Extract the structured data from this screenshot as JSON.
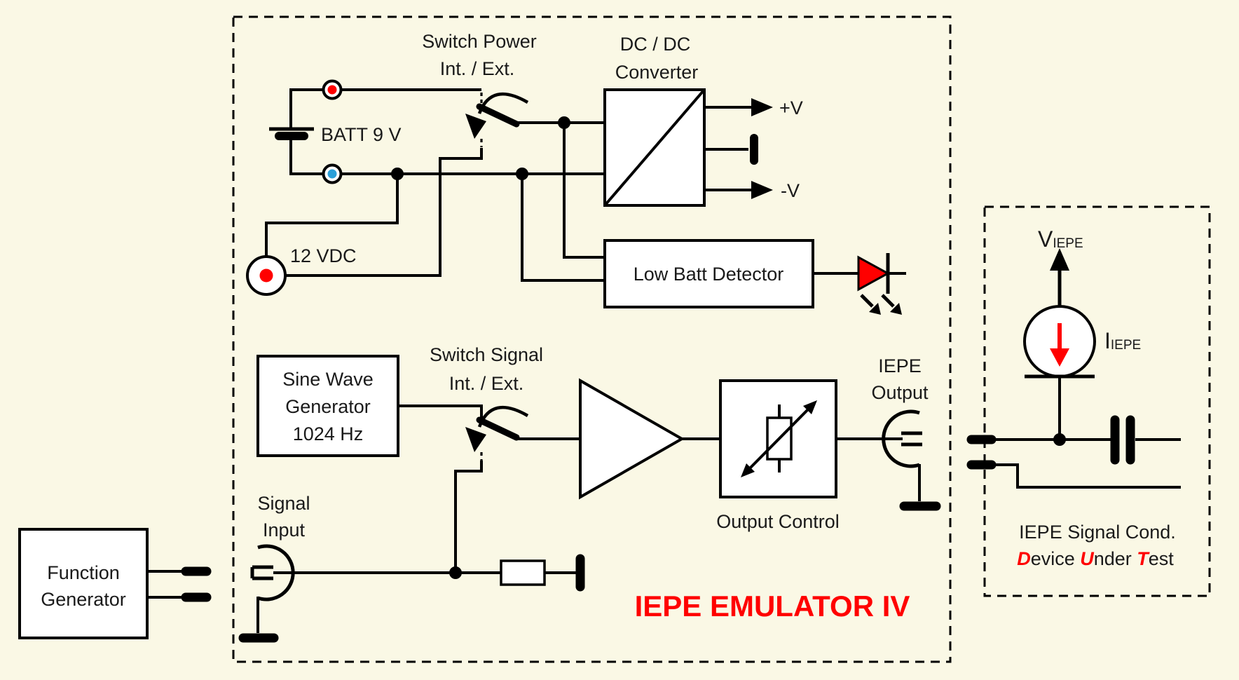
{
  "colors": {
    "background": "#FAF8E5",
    "line_black": "#000000",
    "accent_red": "#FF0000",
    "terminal_blue": "#2B9FD8",
    "box_fill": "#FFFFFF"
  },
  "emulator": {
    "title": "IEPE EMULATOR IV",
    "switch_power": {
      "line1": "Switch Power",
      "line2": "Int. / Ext."
    },
    "battery_label": "BATT 9 V",
    "dc_jack_label": "12 VDC",
    "dcdc": {
      "line1": "DC / DC",
      "line2": "Converter",
      "out_plus": "+V",
      "out_minus": "-V"
    },
    "low_batt_label": "Low Batt Detector",
    "sine_gen": {
      "line1": "Sine Wave",
      "line2": "Generator",
      "line3": "1024 Hz"
    },
    "switch_signal": {
      "line1": "Switch Signal",
      "line2": "Int. / Ext."
    },
    "signal_input": {
      "line1": "Signal",
      "line2": "Input"
    },
    "output_control_label": "Output Control",
    "iepe_output": {
      "line1": "IEPE",
      "line2": "Output"
    }
  },
  "function_generator": {
    "line1": "Function",
    "line2": "Generator"
  },
  "dut": {
    "voltage": {
      "symbol": "V",
      "subscript": "IEPE"
    },
    "current": {
      "symbol": "I",
      "subscript": "IEPE"
    },
    "caption1": "IEPE Signal Cond.",
    "caption2": {
      "p1": "D",
      "p2": "evice ",
      "p3": "U",
      "p4": "nder ",
      "p5": "T",
      "p6": "est"
    }
  }
}
